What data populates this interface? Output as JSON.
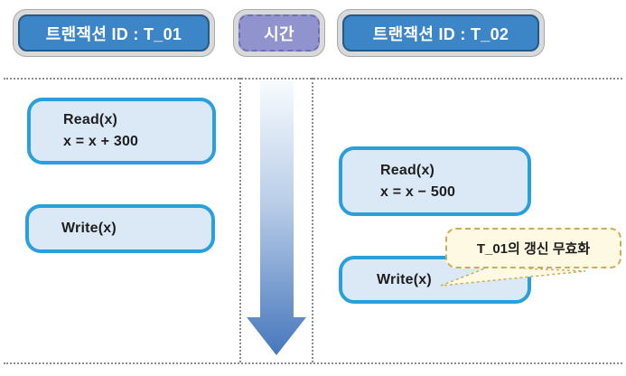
{
  "headers": {
    "left": "트랜잭션 ID : T_01",
    "center": "시간",
    "right": "트랜잭션 ID : T_02"
  },
  "t01": {
    "read": {
      "line1": "Read(x)",
      "line2": "x = x + 300"
    },
    "write": {
      "label": "Write(x)"
    }
  },
  "t02": {
    "read": {
      "line1": "Read(x)",
      "line2": "x = x − 500"
    },
    "write": {
      "label": "Write(x)"
    }
  },
  "callout": {
    "label": "T_01의 갱신 무효화"
  },
  "time_arrow": {
    "direction": "down"
  },
  "colors": {
    "header_blue": "#3c85c7",
    "header_blue_border": "#255a88",
    "header_purple": "#9193cf",
    "pill_outer_gray": "#d9d9d9",
    "box_fill": "#dbe9f6",
    "box_border": "#2aa0db",
    "arrow_gradient_start": "#f7fbfe",
    "arrow_gradient_end": "#4677bc",
    "callout_fill": "#fdf9e3",
    "callout_border": "#cbad58",
    "frame_dash_gray": "#8c8c8c",
    "text_dark": "#1e1e1e"
  }
}
